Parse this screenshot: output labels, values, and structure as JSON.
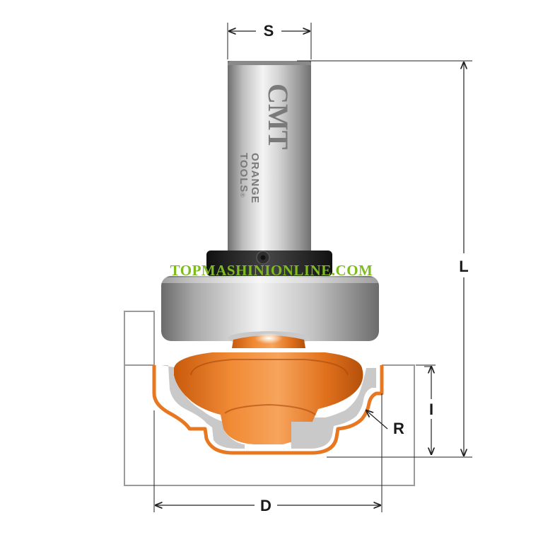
{
  "diagram": {
    "dimensions": {
      "shank_diameter": "S",
      "total_length": "L",
      "cutting_height": "I",
      "radius": "R",
      "cutting_diameter": "D"
    },
    "brand": {
      "logo": "CMT",
      "line1": "ORANGE",
      "line2": "TOOLS",
      "mark": "®"
    },
    "watermark": "TOPMASHINIONLINE.COM",
    "colors": {
      "orange": "#E87722",
      "cutter_gray": "#c9c9c9",
      "outline": "#9a9a9a",
      "dimension_line": "#222222",
      "watermark": "#7dbb1e"
    }
  }
}
